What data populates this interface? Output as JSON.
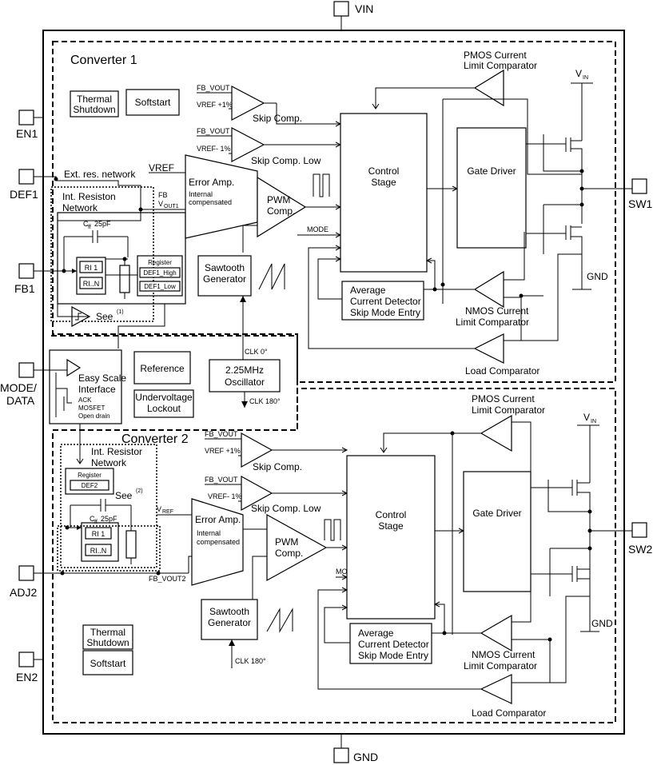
{
  "pins": {
    "vin": "VIN",
    "gnd": "GND",
    "en1": "EN1",
    "def1": "DEF1",
    "fb1": "FB1",
    "mode": "MODE/",
    "data": "DATA",
    "adj2": "ADJ2",
    "en2": "EN2",
    "sw1": "SW1",
    "sw2": "SW2"
  },
  "conv1": {
    "title": "Converter 1",
    "thermal1": "Thermal",
    "thermal2": "Shutdown",
    "softstart": "Softstart",
    "fb_vout": "FB_VOUT",
    "vref_p1": "VREF +1%",
    "skip": "Skip Comp.",
    "fb_vout2": "FB_VOUT",
    "vref_m1": "VREF- 1%",
    "skip_low": "Skip Comp. Low",
    "ext_res": "Ext. res. network",
    "vref": "VREF",
    "err_amp": "Error Amp.",
    "internal": "Internal",
    "compensated": "compensated",
    "fb": "FB",
    "vout": "V",
    "vout_sub": "OUT1",
    "int_res1": "Int. Resiston",
    "int_res2": "Network",
    "cff": "C",
    "cff_sub": "ff",
    "cff_val": "25pF",
    "ri1": "RI 1",
    "rin": "RI..N",
    "register": "Register",
    "def_high": "DEF1_High",
    "def_low": "DEF1_Low",
    "see": "See",
    "see_note": "(1)",
    "pwm1": "PWM",
    "pwm2": "Comp.",
    "mode": "MODE",
    "saw1": "Sawtooth",
    "saw2": "Generator",
    "ctrl1": "Control",
    "ctrl2": "Stage",
    "gate": "Gate Driver",
    "pmos1": "PMOS Current",
    "pmos2": "Limit Comparator",
    "vin": "V",
    "vin_sub": "IN",
    "gnd": "GND",
    "avg1": "Average",
    "avg2": "Current Detector",
    "avg3": "Skip Mode Entry",
    "nmos1": "NMOS Current",
    "nmos2": "Limit Comparator",
    "load": "Load Comparator"
  },
  "shared": {
    "clk0": "CLK 0°",
    "osc1": "2.25MHz",
    "osc2": "Oscillator",
    "clk180": "CLK 180°",
    "easy1": "Easy Scale",
    "easy2": "Interface",
    "ack": "ACK",
    "mosfet": "MOSFET",
    "opendrain": "Open drain",
    "reference": "Reference",
    "uvlo1": "Undervoltage",
    "uvlo2": "Lockout"
  },
  "conv2": {
    "title": "Converter 2",
    "int_res1": "Int. Resistor",
    "int_res2": "Network",
    "register": "Register",
    "def2": "DEF2",
    "see": "See",
    "see_note": "(2)",
    "cff": "C",
    "cff_sub": "ff",
    "cff_val": "25pF",
    "ri1": "RI 1",
    "rin": "RI..N",
    "fb_vout_label": "FB_VOUT2",
    "fb_vout": "FB_VOUT",
    "vref_p1": "VREF +1%",
    "skip": "Skip Comp.",
    "fb_vout2": "FB_VOUT",
    "vref_m1": "VREF- 1%",
    "skip_low": "Skip Comp. Low",
    "vref": "V",
    "vref_sub": "REF",
    "err_amp": "Error Amp.",
    "internal": "Internal",
    "compensated": "compensated",
    "pwm1": "PWM",
    "pwm2": "Comp.",
    "mode": "MODE",
    "saw1": "Sawtooth",
    "saw2": "Generator",
    "clk180": "CLK 180°",
    "ctrl1": "Control",
    "ctrl2": "Stage",
    "gate": "Gate Driver",
    "pmos1": "PMOS Current",
    "pmos2": "Limit Comparator",
    "vin": "V",
    "vin_sub": "IN",
    "gnd": "GND",
    "avg1": "Average",
    "avg2": "Current Detector",
    "avg3": "Skip Mode Entry",
    "nmos1": "NMOS Current",
    "nmos2": "Limit Comparator",
    "load": "Load Comparator",
    "thermal1": "Thermal",
    "thermal2": "Shutdown",
    "softstart": "Softstart"
  }
}
